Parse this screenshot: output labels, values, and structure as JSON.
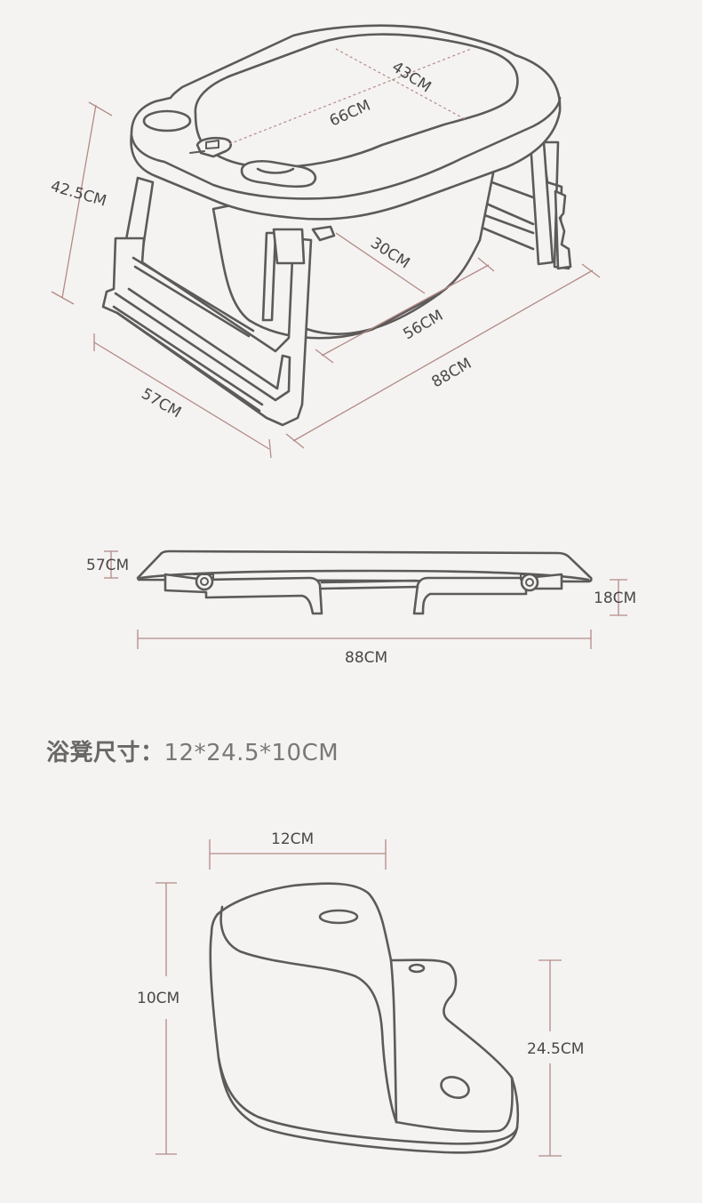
{
  "tub_dimensions": {
    "inner_width": "43CM",
    "inner_length": "66CM",
    "height": "42.5CM",
    "depth": "30CM",
    "base_width": "56CM",
    "outer_length": "88CM",
    "outer_width": "57CM"
  },
  "folded_dimensions": {
    "thickness": "57CM",
    "folded_height": "18CM",
    "length": "88CM"
  },
  "stool": {
    "heading_label": "浴凳尺寸：",
    "heading_value": "12*24.5*10CM",
    "width": "12CM",
    "height": "10CM",
    "length": "24.5CM"
  }
}
